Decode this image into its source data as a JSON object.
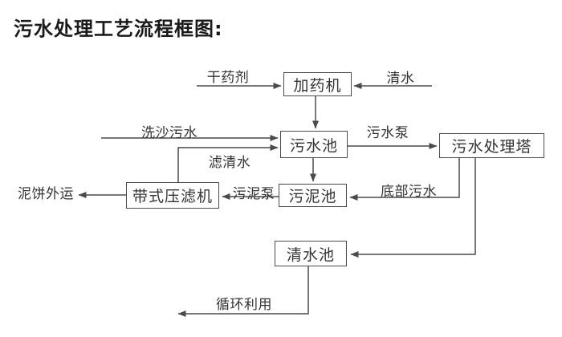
{
  "title": "污水处理工艺流程框图:",
  "diagram": {
    "nodes": {
      "dosing_machine": {
        "label": "加药机"
      },
      "sewage_pool": {
        "label": "污水池"
      },
      "treatment_tower": {
        "label": "污水处理塔"
      },
      "belt_filter_press": {
        "label": "带式压滤机"
      },
      "sludge_pool": {
        "label": "污泥池"
      },
      "clear_water_pool": {
        "label": "清水池"
      }
    },
    "edge_labels": {
      "dry_chemical": "干药剂",
      "clear_water": "清水",
      "sand_washing_sewage": "洗沙污水",
      "sewage_pump": "污水泵",
      "filtered_water": "滤清水",
      "mud_cake_out": "泥饼外运",
      "sludge_pump": "污泥泵",
      "bottom_sewage": "底部污水",
      "recycle": "循环利用"
    },
    "colors": {
      "line": "#4a4a4a",
      "text": "#333333",
      "background": "#ffffff"
    }
  }
}
